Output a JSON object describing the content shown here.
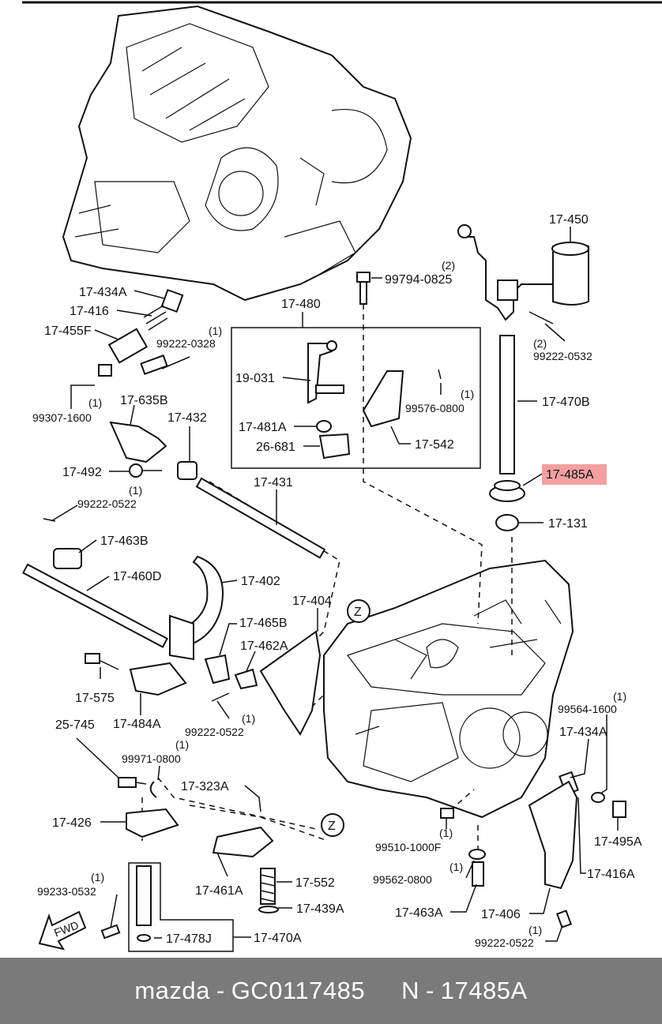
{
  "diagram": {
    "highlight_color": "#f4a0a0",
    "labels": {
      "p17450": "17-450",
      "p99794": "99794-0825",
      "p99794q": "(2)",
      "p17434Atop": "17-434A",
      "p17416top": "17-416",
      "p17455F": "17-455F",
      "p99222_0328": "99222-0328",
      "p99222_0328q": "(1)",
      "p17480": "17-480",
      "p99222_0532": "99222-0532",
      "p99222_0532q": "(2)",
      "p99307": "99307-1600",
      "p99307q": "(1)",
      "p19031": "19-031",
      "p99576": "99576-0800",
      "p99576q": "(1)",
      "p17470B": "17-470B",
      "p17635B": "17-635B",
      "p17432": "17-432",
      "p17481A": "17-481A",
      "p26681": "26-681",
      "p17542": "17-542",
      "p17492": "17-492",
      "p17431": "17-431",
      "p17485A": "17-485A",
      "p99222_0522a": "99222-0522",
      "p99222_0522aq": "(1)",
      "p17131": "17-131",
      "p17463B": "17-463B",
      "p17460D": "17-460D",
      "p17402": "17-402",
      "p17404": "17-404",
      "zone1": "Z",
      "p17465B": "17-465B",
      "p17462A": "17-462A",
      "p17575": "17-575",
      "p17484A": "17-484A",
      "p99564": "99564-1600",
      "p99564q": "(1)",
      "p25745": "25-745",
      "p99222_0522b": "99222-0522",
      "p99222_0522bq": "(1)",
      "p17434Abot": "17-434A",
      "p99971": "99971-0800",
      "p99971q": "(1)",
      "p17323A": "17-323A",
      "p17426": "17-426",
      "zone2": "Z",
      "p17495A": "17-495A",
      "p99510": "99510-1000F",
      "p99510q": "(1)",
      "p17416Abot": "17-416A",
      "p99233": "99233-0532",
      "p99233q": "(1)",
      "p17461A": "17-461A",
      "p17552": "17-552",
      "p99562": "99562-0800",
      "p99562q": "(1)",
      "p17439A": "17-439A",
      "p17463A": "17-463A",
      "p17406": "17-406",
      "fwd": "FWD",
      "p17478J": "17-478J",
      "p17470A": "17-470A",
      "p99222_0522c": "99222-0522",
      "p99222_0522cq": "(1)"
    }
  },
  "footer": {
    "brand": "mazda",
    "separator1": "-",
    "oem_number": "GC0117485",
    "catalog_prefix": "N",
    "separator2": "-",
    "catalog_number": "17485A",
    "background": "#7a7a7a"
  }
}
